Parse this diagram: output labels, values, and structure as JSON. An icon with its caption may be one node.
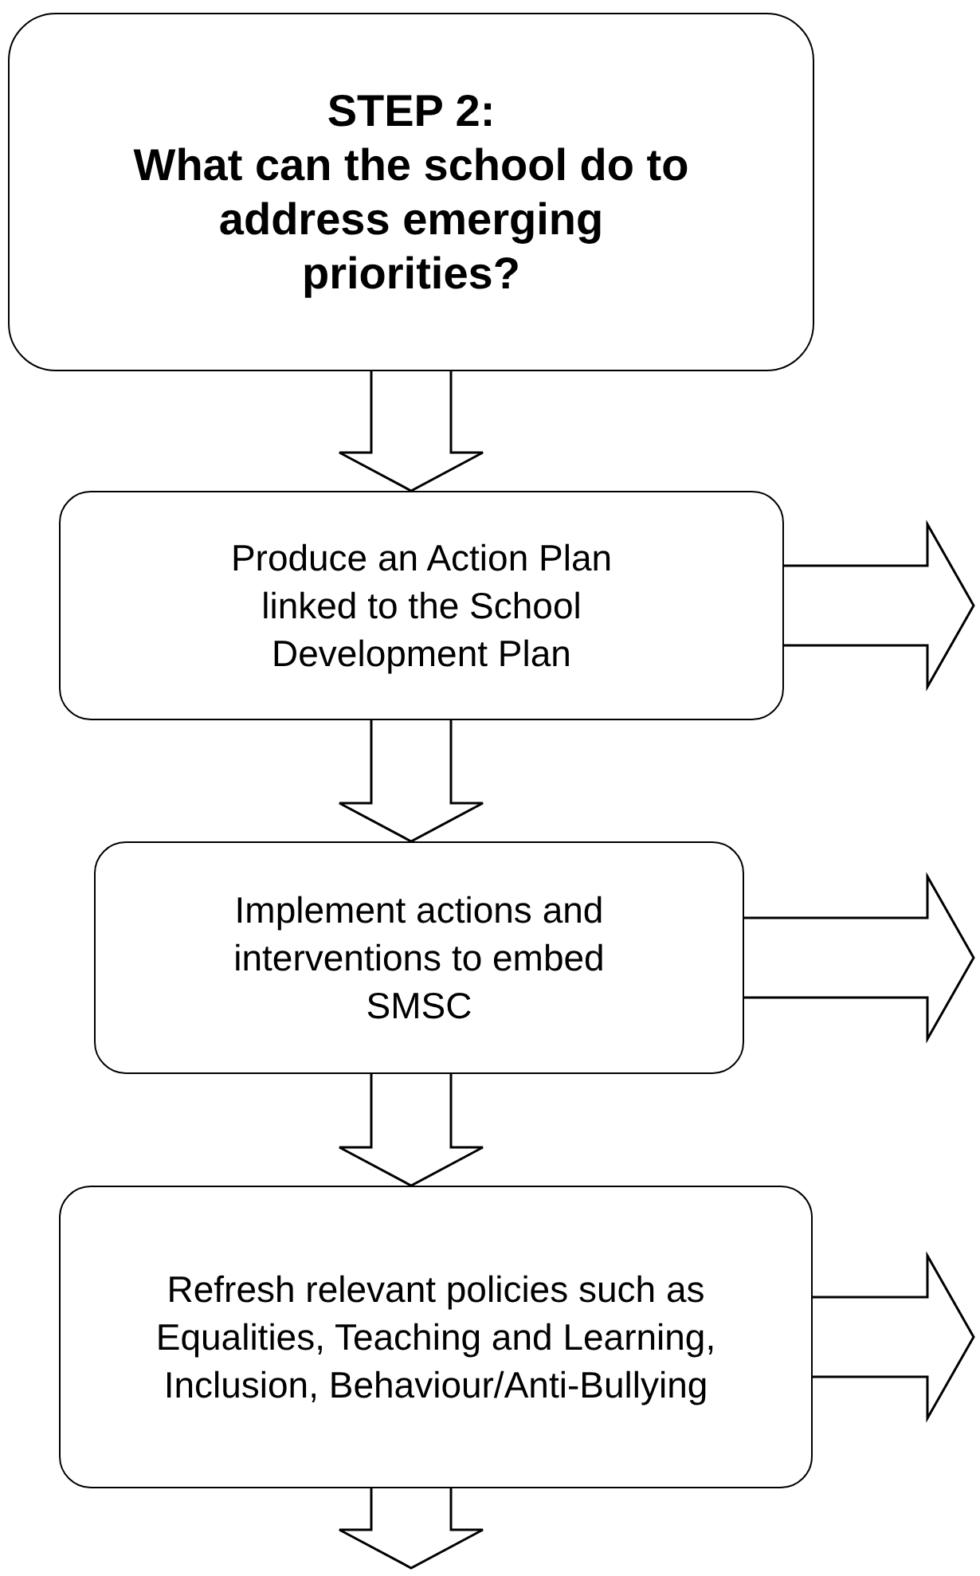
{
  "diagram": {
    "nodes": [
      {
        "text": [
          "STEP 2:",
          "What can the school do to address emerging priorities?"
        ]
      },
      {
        "text": [
          "Produce an Action Plan linked to the School Development Plan"
        ]
      },
      {
        "text": [
          "Implement actions and interventions to embed SMSC"
        ]
      },
      {
        "text": [
          "Refresh relevant policies such as Equalities, Teaching and Learning, Inclusion, Behaviour/Anti-Bullying"
        ]
      }
    ],
    "edges": [
      {
        "from": 0,
        "to": 1,
        "arrow": "to"
      },
      {
        "from": 1,
        "to": null,
        "arrow": "to"
      },
      {
        "from": 1,
        "to": 2,
        "arrow": "to"
      },
      {
        "from": 2,
        "to": null,
        "arrow": "to"
      },
      {
        "from": 2,
        "to": 3,
        "arrow": "to"
      },
      {
        "from": 3,
        "to": null,
        "arrow": "to"
      },
      {
        "from": 3,
        "to": null,
        "arrow": "to"
      }
    ]
  }
}
